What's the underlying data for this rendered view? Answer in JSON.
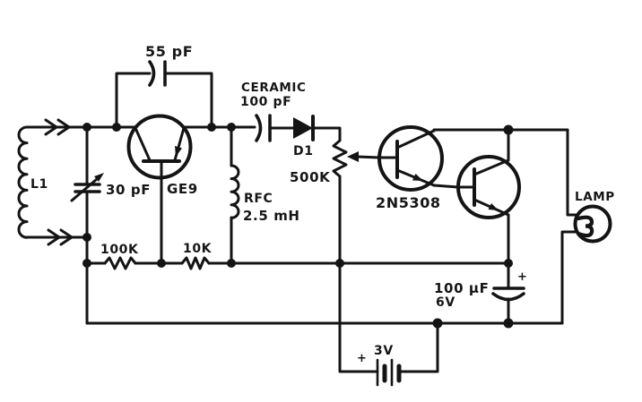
{
  "style": {
    "ink": "#141414",
    "paper": "#ffffff"
  },
  "diagram": {
    "type": "schematic",
    "components": {
      "feedback_cap": {
        "value": "55 pF"
      },
      "coupling_cap": {
        "material": "CERAMIC",
        "value": "100 pF"
      },
      "diode": {
        "ref": "D1"
      },
      "potentiometer": {
        "value": "500K"
      },
      "darlington_pair": {
        "part": "2N5308"
      },
      "lamp": {
        "label": "LAMP"
      },
      "antenna_coil": {
        "ref": "L1"
      },
      "tuning_cap": {
        "value": "30 pF"
      },
      "oscillator_transistor": {
        "part": "GE9"
      },
      "rf_choke": {
        "ref": "RFC",
        "value": "2.5 mH"
      },
      "resistor_100k": {
        "value": "100K"
      },
      "resistor_10k": {
        "value": "10K"
      },
      "filter_cap": {
        "value": "100 µF",
        "voltage": "6V",
        "polarity_mark": "+"
      },
      "battery": {
        "value": "3V",
        "polarity_mark": "+"
      }
    }
  }
}
